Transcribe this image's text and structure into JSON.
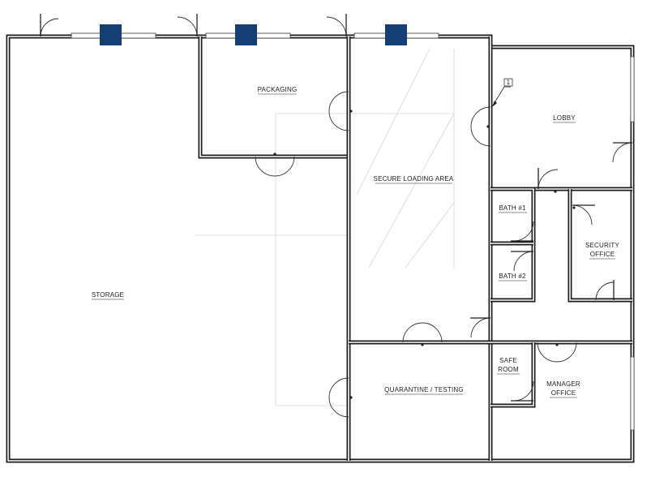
{
  "rooms": {
    "packaging": "PACKAGING",
    "lobby": "LOBBY",
    "secure_loading": "SECURE LOADING AREA",
    "bath1": "BATH #1",
    "bath2": "BATH #2",
    "security_office": [
      "SECURITY",
      "OFFICE"
    ],
    "storage": "STORAGE",
    "safe_room": [
      "SAFE",
      "ROOM"
    ],
    "quarantine": "QUARANTINE / TESTING",
    "manager_office": [
      "MANAGER",
      "OFFICE"
    ]
  },
  "callout": "1",
  "colors": {
    "wall": "#1d1d1d",
    "window_marker": "#153e75"
  }
}
